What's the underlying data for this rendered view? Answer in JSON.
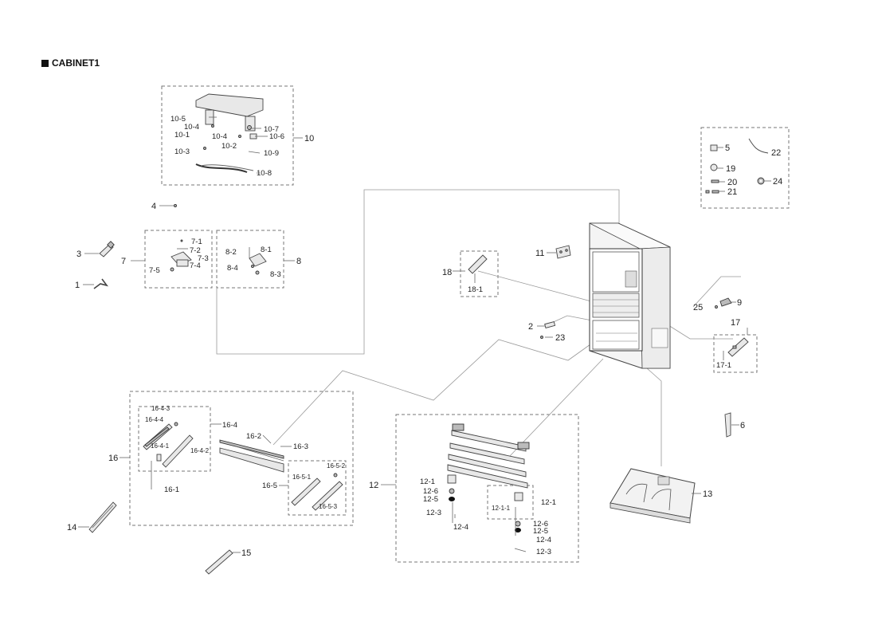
{
  "header": {
    "section_title": "CABINET1"
  },
  "callouts": {
    "c1": "1",
    "c2": "2",
    "c3": "3",
    "c4": "4",
    "c5": "5",
    "c6": "6",
    "c7": "7",
    "c7_1": "7-1",
    "c7_2": "7-2",
    "c7_3": "7-3",
    "c7_4": "7-4",
    "c7_5": "7-5",
    "c8": "8",
    "c8_1": "8-1",
    "c8_2": "8-2",
    "c8_3": "8-3",
    "c8_4": "8-4",
    "c9": "9",
    "c10": "10",
    "c10_1": "10-1",
    "c10_2": "10-2",
    "c10_3": "10-3",
    "c10_4a": "10-4",
    "c10_4b": "10-4",
    "c10_5": "10-5",
    "c10_6": "10-6",
    "c10_7": "10-7",
    "c10_8": "10-8",
    "c10_9": "10-9",
    "c11": "11",
    "c12": "12",
    "c12_1a": "12-1",
    "c12_1b": "12-1",
    "c12_1_1": "12-1-1",
    "c12_3a": "12-3",
    "c12_3b": "12-3",
    "c12_4a": "12-4",
    "c12_4b": "12-4",
    "c12_5a": "12-5",
    "c12_5b": "12-5",
    "c12_6a": "12-6",
    "c12_6b": "12-6",
    "c13": "13",
    "c14": "14",
    "c15": "15",
    "c16": "16",
    "c16_1": "16-1",
    "c16_2": "16-2",
    "c16_3": "16-3",
    "c16_4": "16-4",
    "c16_4_1": "16-4-1",
    "c16_4_2": "16-4-2",
    "c16_4_3": "16-4-3",
    "c16_4_4": "16-4-4",
    "c16_5": "16-5",
    "c16_5_1": "16-5-1",
    "c16_5_2": "16-5-2",
    "c16_5_3": "16-5-3",
    "c17": "17",
    "c17_1": "17-1",
    "c18": "18",
    "c18_1": "18-1",
    "c19": "19",
    "c20": "20",
    "c21": "21",
    "c22": "22",
    "c23": "23",
    "c24": "24",
    "c25": "25"
  }
}
